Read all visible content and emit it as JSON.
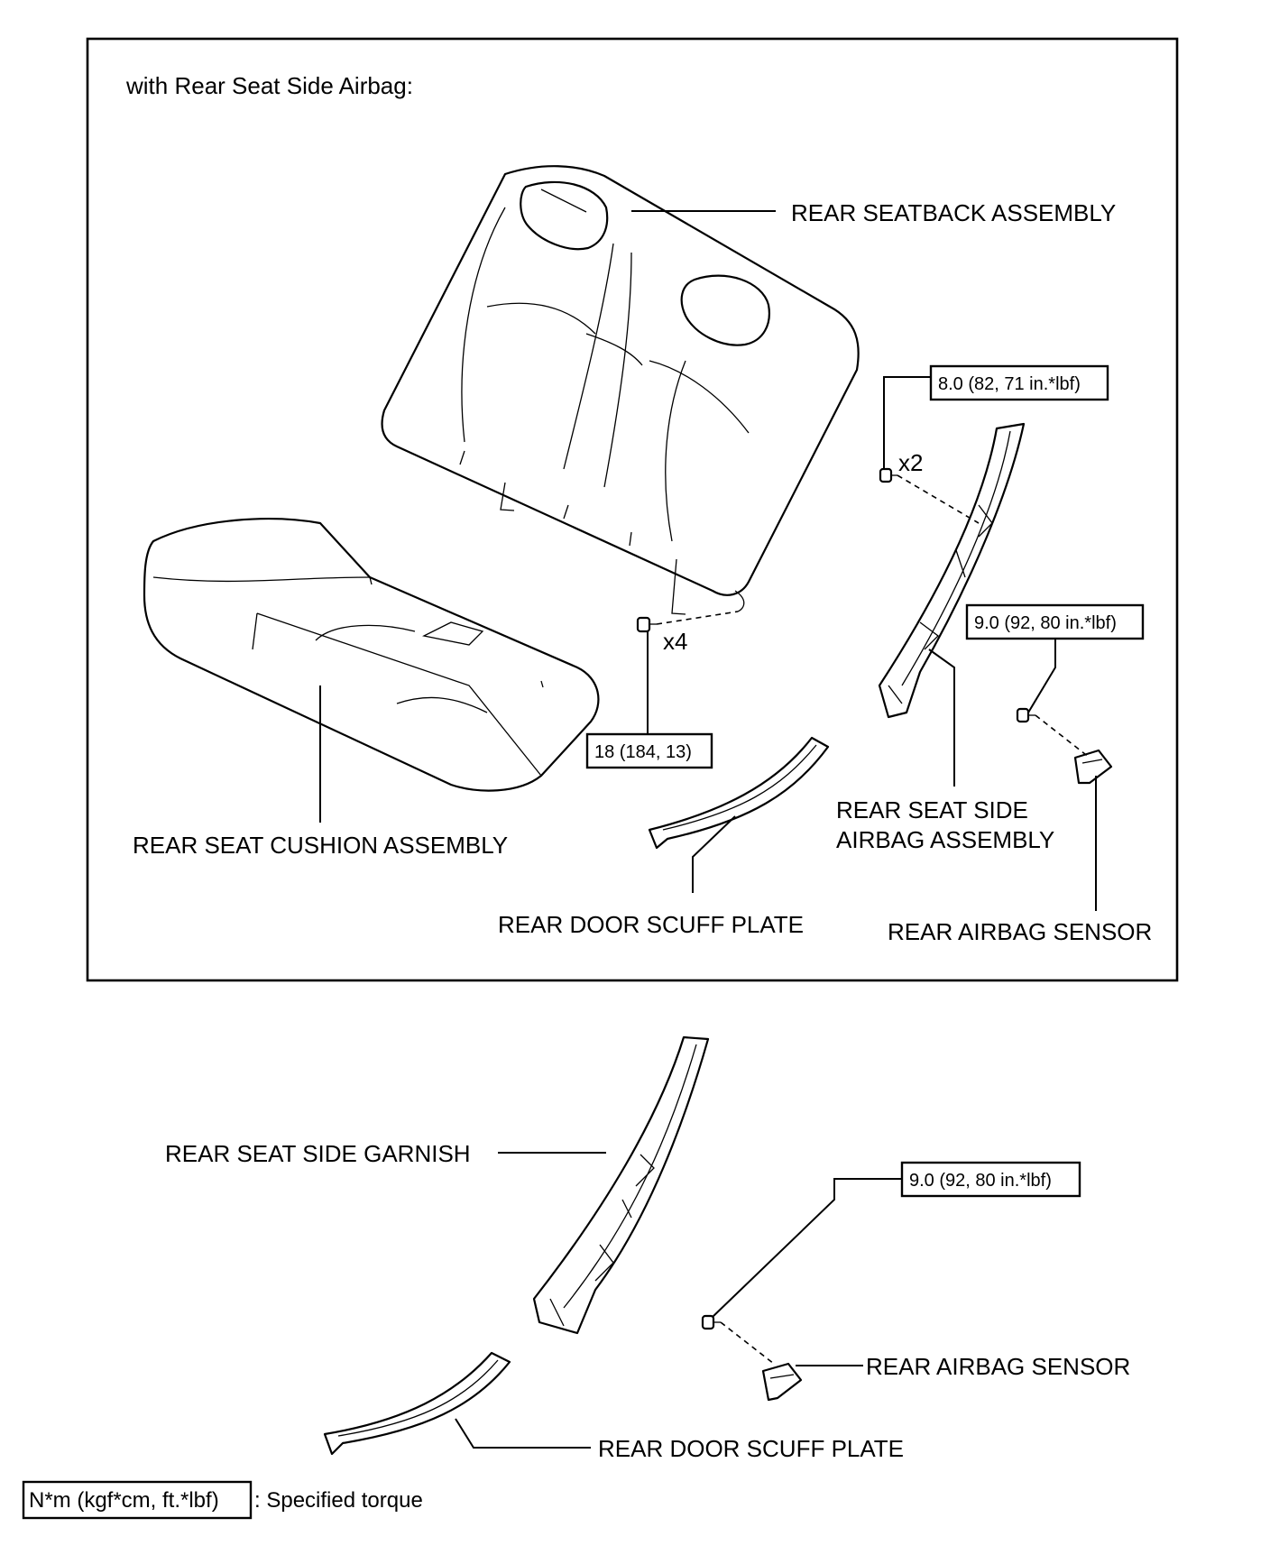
{
  "section_heading": "with Rear Seat Side Airbag:",
  "labels": {
    "seatback": "REAR SEATBACK ASSEMBLY",
    "cushion": "REAR SEAT CUSHION ASSEMBLY",
    "side_airbag_line1": "REAR SEAT SIDE",
    "side_airbag_line2": "AIRBAG ASSEMBLY",
    "scuff_plate_upper": "REAR DOOR SCUFF PLATE",
    "airbag_sensor_upper": "REAR AIRBAG SENSOR",
    "side_garnish": "REAR SEAT SIDE GARNISH",
    "airbag_sensor_lower": "REAR AIRBAG SENSOR",
    "scuff_plate_lower": "REAR DOOR SCUFF PLATE"
  },
  "torques": {
    "seatback_bracket": "8.0 (82, 71 in.*lbf)",
    "seatback_bolts": "18 (184, 13)",
    "sensor_upper": "9.0 (92, 80 in.*lbf)",
    "sensor_lower": "9.0 (92, 80 in.*lbf)"
  },
  "quantities": {
    "bracket_bolts": "x2",
    "seatback_bolts": "x4"
  },
  "legend": {
    "unit_box": "N*m (kgf*cm, ft.*lbf)",
    "description": ": Specified torque"
  }
}
